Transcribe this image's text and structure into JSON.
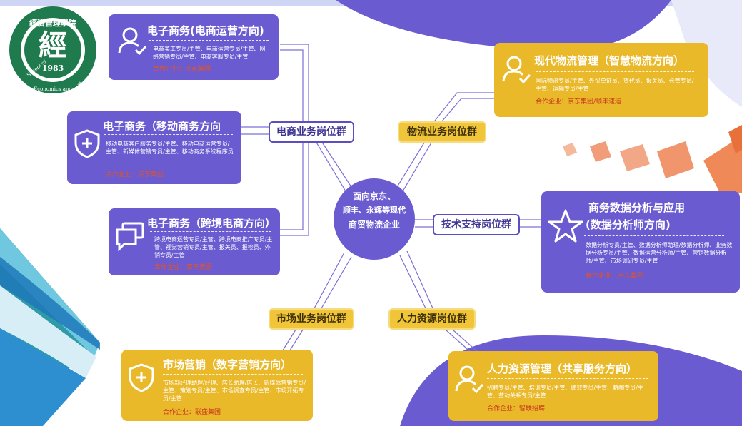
{
  "logo": {
    "seal_text": "經濟管理學院 School of Economics and Management",
    "glyph": "經",
    "year": "1983"
  },
  "center": {
    "line1": "面向京东、",
    "line2": "顺丰、永辉等现代",
    "line3": "商贸物流企业"
  },
  "groups": {
    "ecommerce": "电商业务岗位群",
    "logistics": "物流业务岗位群",
    "tech": "技术支持岗位群",
    "marketing": "市场业务岗位群",
    "hr": "人力资源岗位群"
  },
  "cards": {
    "ec_ops": {
      "title": "电子商务(电商运营方向)",
      "desc": "电商美工专员/主管、电商运营专员/主管、网络营销专员/主管、电商客服专员/主管",
      "partner": "合作企业：京东集团"
    },
    "ec_mobile": {
      "title": "电子商务（移动商务方向",
      "desc": "移动电商客户服务专员/主管、移动电商运营专员/主管、新媒体营销专员/主管、移动商务系统程序员",
      "partner": "合作企业：京东集团"
    },
    "ec_cross": {
      "title": "电子商务（跨境电商方向）",
      "desc": "跨境电商运营专员/主管、跨境电商推广专员/主管、视觉营销专员/主管、报关员、报检员、外销专员/主管",
      "partner": "合作企业：京东集团"
    },
    "logistics": {
      "title": "现代物流管理（智慧物流方向）",
      "desc": "国际物流专员/主管、外贸单证员、货代员、报关员、仓管专员/主管、运输专员/主管",
      "partner": "合作企业：京东集团/顺丰速运"
    },
    "data": {
      "title1": "商务数据分析与应用",
      "title2": "(数据分析师方向)",
      "desc": "数据分析专员/主管、数据分析师助理/数据分析师、业务数据分析专员/主管、数据运营分析师/主管、营销数据分析师/主管、市场调研专员/主管",
      "partner": "合作企业：京东集团"
    },
    "marketing": {
      "title": "市场营销（数字营销方向）",
      "desc": "市场部经理助理/经理、店长助理/店长、新媒体营销专员/主管、策划专员/主管、市场调查专员/主管、市场开拓专员/主管",
      "partner": "合作企业：联盛集团"
    },
    "hr": {
      "title": "人力资源管理（共享服务方向）",
      "desc": "招聘专员/主管、培训专员/主管、绩效专员/主管、薪酬专员/主管、劳动关系专员/主管",
      "partner": "合作企业：智联招聘"
    }
  },
  "colors": {
    "purple": "#6a5bd1",
    "gold": "#e9b92a",
    "logo_green": "#1f7a4d",
    "teal": "#2f9aa8"
  }
}
